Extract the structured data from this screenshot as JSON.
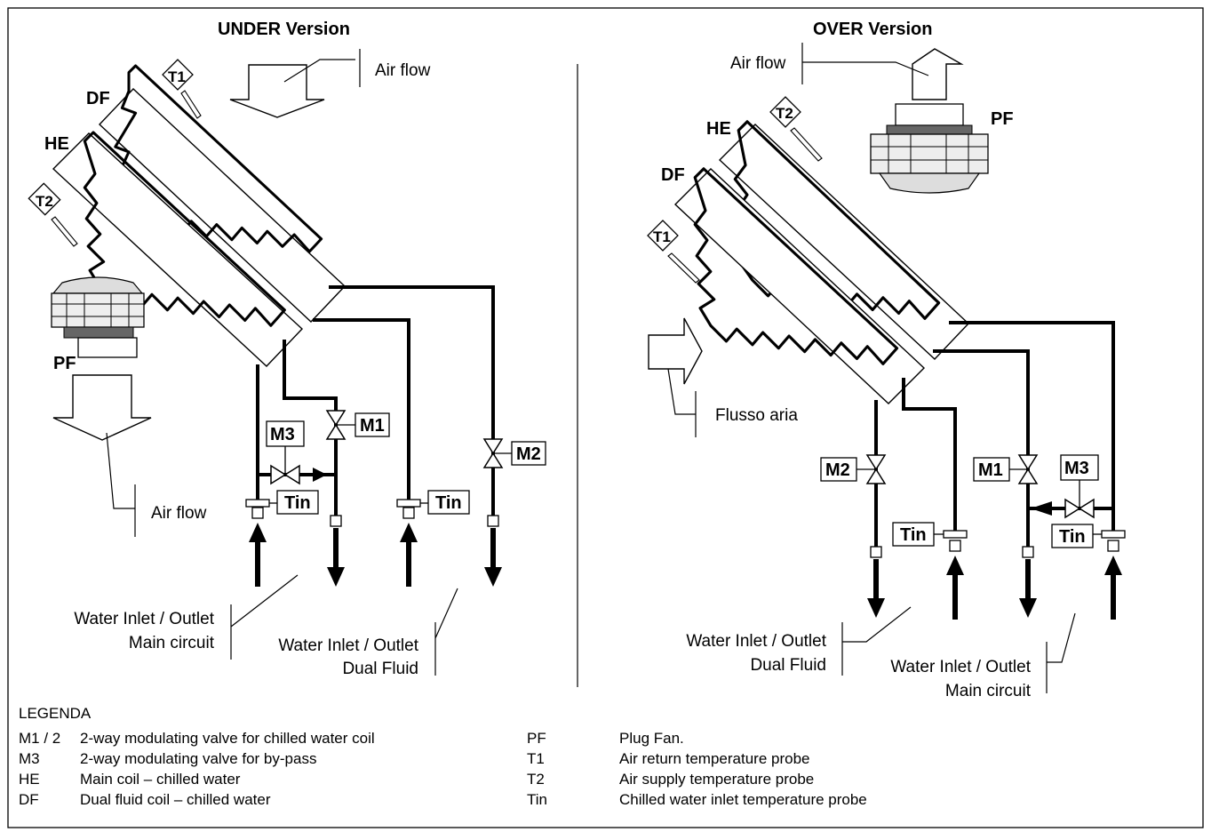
{
  "under": {
    "title": "UNDER Version",
    "air_flow_top": "Air flow",
    "air_flow_bottom": "Air flow",
    "df": "DF",
    "he": "HE",
    "pf": "PF",
    "t1": "T1",
    "t2": "T2",
    "m1": "M1",
    "m2": "M2",
    "m3": "M3",
    "tin_left": "Tin",
    "tin_right": "Tin",
    "main_circuit_l1": "Water Inlet / Outlet",
    "main_circuit_l2": "Main circuit",
    "dual_fluid_l1": "Water Inlet / Outlet",
    "dual_fluid_l2": "Dual Fluid"
  },
  "over": {
    "title": "OVER Version",
    "air_flow_top": "Air flow",
    "flusso_aria": "Flusso aria",
    "df": "DF",
    "he": "HE",
    "pf": "PF",
    "t1": "T1",
    "t2": "T2",
    "m1": "M1",
    "m2": "M2",
    "m3": "M3",
    "tin_left": "Tin",
    "tin_right": "Tin",
    "dual_fluid_l1": "Water Inlet / Outlet",
    "dual_fluid_l2": "Dual Fluid",
    "main_circuit_l1": "Water Inlet / Outlet",
    "main_circuit_l2": "Main circuit"
  },
  "legend": {
    "title": "LEGENDA",
    "left": [
      {
        "code": "M1 / 2",
        "desc": "2-way modulating valve for chilled water coil"
      },
      {
        "code": "M3",
        "desc": "2-way modulating valve for by-pass"
      },
      {
        "code": "HE",
        "desc": "Main coil – chilled water"
      },
      {
        "code": "DF",
        "desc": "Dual fluid coil – chilled water"
      }
    ],
    "right": [
      {
        "code": "PF",
        "desc": "Plug Fan."
      },
      {
        "code": "T1",
        "desc": "Air return temperature probe"
      },
      {
        "code": "T2",
        "desc": "Air supply temperature probe"
      },
      {
        "code": "Tin",
        "desc": "Chilled water inlet temperature probe"
      }
    ]
  }
}
